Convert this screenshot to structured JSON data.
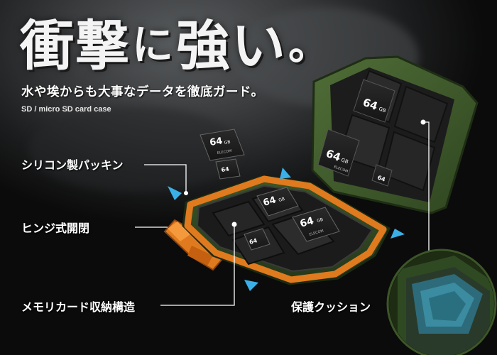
{
  "headline": {
    "part1": "衝撃",
    "part2": "に",
    "part3": "強い",
    "part4": "。"
  },
  "subtitle": "水や埃からも大事なデータを徹底ガード。",
  "subtitle_en": "SD / micro SD card case",
  "features": {
    "gasket": "シリコン製パッキン",
    "hinge": "ヒンジ式開閉",
    "storage": "メモリカード収納構造",
    "cushion": "保護クッション"
  },
  "cards": {
    "capacity": "64",
    "unit": "GB",
    "brand": "ELECOM"
  },
  "colors": {
    "case_green": "#3f5a2c",
    "hinge_orange": "#e07a1e",
    "arrow_blue": "#3ab0e8"
  }
}
